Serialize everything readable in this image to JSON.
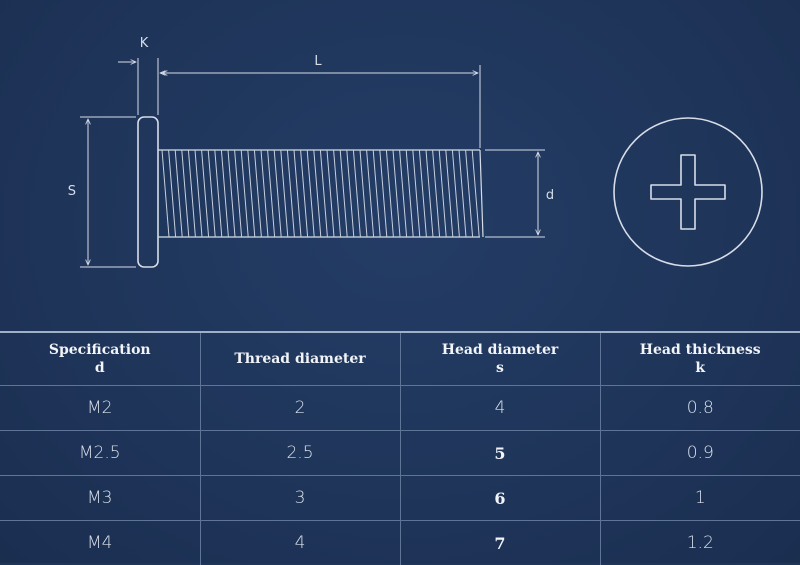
{
  "diagram": {
    "dim_labels": {
      "k": "K",
      "l": "L",
      "s": "S",
      "d": "d"
    },
    "line_color": "#d6dde8",
    "head_drive": "phillips-cross"
  },
  "table": {
    "headers": [
      {
        "line1": "Specification",
        "line2": "d"
      },
      {
        "line1": "Thread diameter",
        "line2": ""
      },
      {
        "line1": "Head diameter",
        "line2": "s"
      },
      {
        "line1": "Head thickness",
        "line2": "k"
      }
    ],
    "rows": [
      [
        "M2",
        "2",
        "4",
        "0.8"
      ],
      [
        "M2.5",
        "2.5",
        "5",
        "0.9"
      ],
      [
        "M3",
        "3",
        "6",
        "1"
      ],
      [
        "M4",
        "4",
        "7",
        "1.2"
      ]
    ]
  },
  "colors": {
    "background": "#1f355a",
    "grid": "#5f7597",
    "text": "#e8ecf2"
  }
}
